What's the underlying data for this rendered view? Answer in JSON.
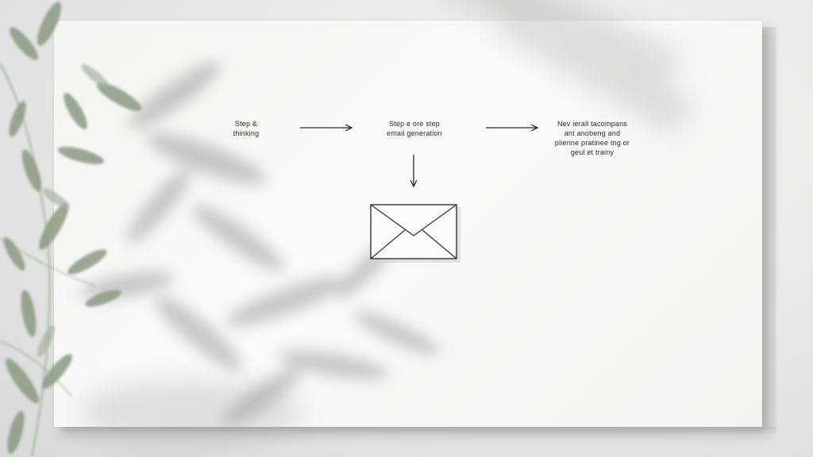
{
  "diagram": {
    "nodes": [
      {
        "id": "step-1",
        "label": "Step &\nthinking"
      },
      {
        "id": "step-2",
        "label": "Step e ore step\nemail generation"
      },
      {
        "id": "step-3",
        "label": "Nev ierall tacompans\nant anobeng and\nplienne pratinee tng or\ngeul et trainy"
      }
    ],
    "edges": [
      {
        "from": "step-1",
        "to": "step-2",
        "direction": "right"
      },
      {
        "from": "step-2",
        "to": "step-3",
        "direction": "right"
      },
      {
        "from": "step-2",
        "to": "envelope",
        "direction": "down"
      }
    ],
    "icons": [
      {
        "id": "envelope",
        "name": "envelope-icon"
      },
      {
        "id": "plant",
        "name": "plant-leaves"
      }
    ],
    "colors": {
      "ink": "#2a2a2a",
      "board": "#f7f7f6",
      "leaf": "#8a9a82"
    }
  }
}
